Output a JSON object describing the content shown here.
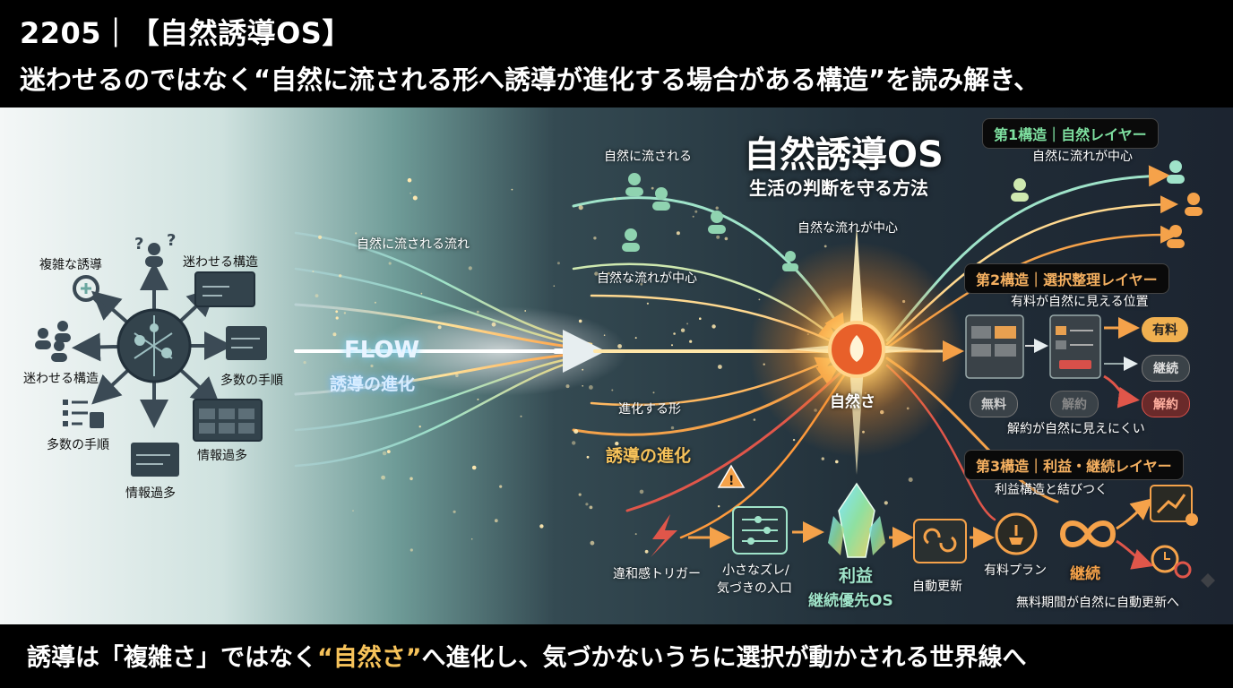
{
  "header": {
    "line1": "2205｜【自然誘導OS】",
    "line2": "迷わせるのではなく“自然に流される形へ誘導が進化する場合がある構造”を読み解き、"
  },
  "center": {
    "title": "自然誘導OS",
    "subtitle": "生活の判断を守る方法",
    "core_label": "自然さ",
    "flow_title": "FLOW",
    "flow_subtitle": "誘導の進化"
  },
  "left": {
    "labels": [
      "複雑な誘導",
      "迷わせる構造",
      "迷わせる構造",
      "多数の手順",
      "多数の手順",
      "情報過多",
      "情報過多"
    ]
  },
  "middle": {
    "labels": [
      "自然に流される",
      "自然に流される流れ",
      "自然な流れが中心",
      "自然な流れが中心",
      "進化する形",
      "誘導の進化"
    ]
  },
  "bottom_flow": {
    "items": [
      "違和感トリガー",
      "小さなズレ/",
      "気づきの入口",
      "利益",
      "継続優先OS",
      "自動更新",
      "有料プラン",
      "継続"
    ]
  },
  "layer1": {
    "title": "第1構造｜自然レイヤー",
    "caption": "自然に流れが中心"
  },
  "layer2": {
    "title": "第2構造｜選択整理レイヤー",
    "caption_top": "有料が自然に見える位置",
    "caption_bottom": "解約が自然に見えにくい",
    "pills": [
      "有料",
      "継続",
      "解約"
    ],
    "buttons": [
      "無料",
      "解約"
    ]
  },
  "layer3": {
    "title": "第3構造｜利益・継続レイヤー",
    "caption_top": "利益構造と結びつく",
    "caption_bottom": "無料期間が自然に自動更新へ"
  },
  "footer": {
    "part1": "誘導は「複雑さ」ではなく",
    "highlight": "“自然さ”",
    "part2": "へ進化し、気づかないうちに選択が動かされる世界線へ"
  },
  "colors": {
    "teal": "#9fe3c9",
    "orange": "#f5a24a",
    "gold": "#f6c25a",
    "red": "#e0564a",
    "layer1_title": "#7ee0a0",
    "layer2_title": "#f5b060",
    "layer3_title": "#f5b060"
  }
}
